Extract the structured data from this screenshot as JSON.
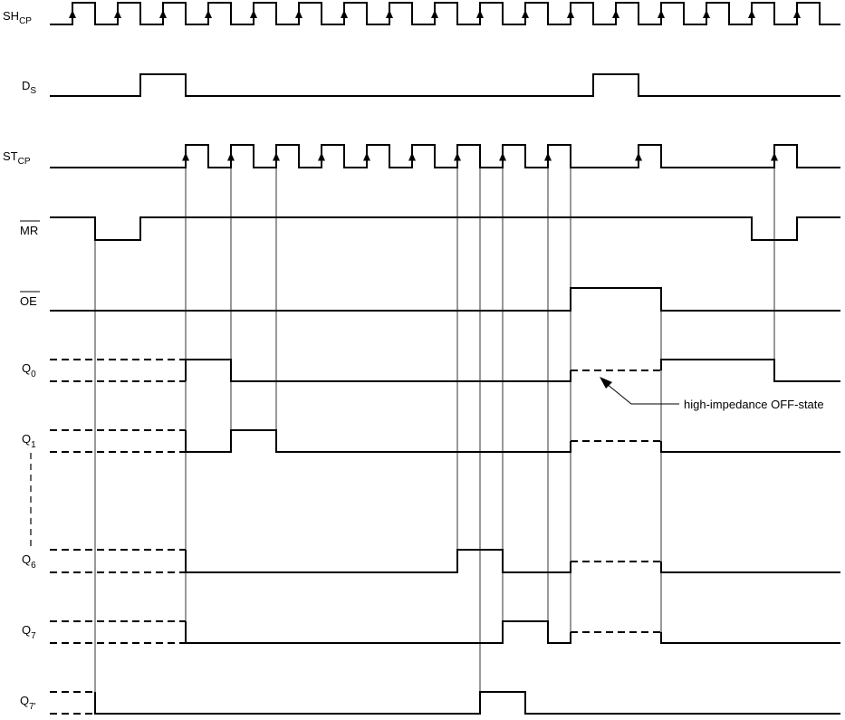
{
  "signals": [
    {
      "id": "shcp",
      "base": "SH",
      "sub": "CP",
      "overbar": false
    },
    {
      "id": "ds",
      "base": "D",
      "sub": "S",
      "overbar": false
    },
    {
      "id": "stcp",
      "base": "ST",
      "sub": "CP",
      "overbar": false
    },
    {
      "id": "mr",
      "base": "MR",
      "sub": "",
      "overbar": true
    },
    {
      "id": "oe",
      "base": "OE",
      "sub": "",
      "overbar": true
    },
    {
      "id": "q0",
      "base": "Q",
      "sub": "0",
      "overbar": false
    },
    {
      "id": "q1",
      "base": "Q",
      "sub": "1",
      "overbar": false
    },
    {
      "id": "q6",
      "base": "Q",
      "sub": "6",
      "overbar": false
    },
    {
      "id": "q7",
      "base": "Q",
      "sub": "7",
      "overbar": false
    },
    {
      "id": "q7p",
      "base": "Q",
      "sub": "7'",
      "overbar": false
    }
  ],
  "annotation": {
    "text": "high-impedance OFF-state"
  }
}
